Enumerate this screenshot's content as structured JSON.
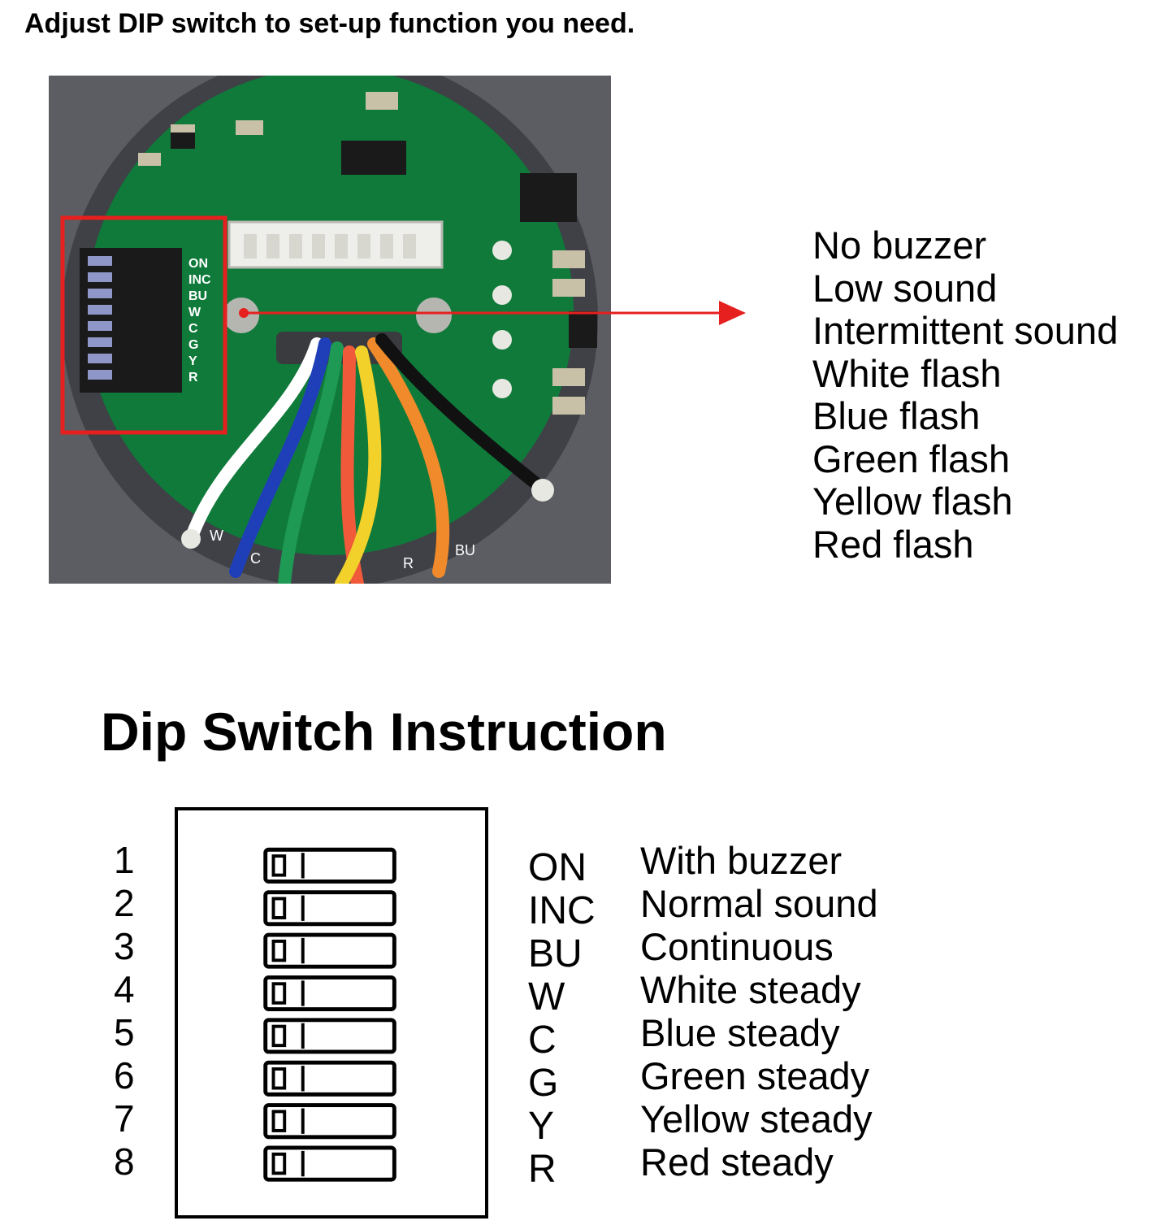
{
  "intro_text": "Adjust DIP switch to set-up function you need.",
  "photo": {
    "silkscreen": {
      "dip_labels": [
        "ON",
        "INC",
        "BU",
        "W",
        "C",
        "G",
        "Y",
        "R"
      ],
      "wire_labels": [
        "W",
        "C",
        "R",
        "BU"
      ]
    },
    "colors": {
      "board": "#0f7a3a",
      "highlight_box": "#e5201f",
      "arrow": "#e5201f",
      "wires": [
        "#ffffff",
        "#1f3fb8",
        "#1f9a55",
        "#f05a3a",
        "#f2d12b",
        "#f08a2a",
        "#111111"
      ]
    }
  },
  "off_functions": [
    "No buzzer",
    "Low sound",
    "Intermittent sound",
    "White flash",
    "Blue flash",
    "Green flash",
    "Yellow flash",
    "Red flash"
  ],
  "instruction_title": "Dip Switch Instruction",
  "switch_numbers": [
    "1",
    "2",
    "3",
    "4",
    "5",
    "6",
    "7",
    "8"
  ],
  "switch_codes": [
    "ON",
    "INC",
    "BU",
    "W",
    "C",
    "G",
    "Y",
    "R"
  ],
  "on_functions": [
    "With buzzer",
    "Normal sound",
    "Continuous",
    "White steady",
    "Blue steady",
    "Green steady",
    "Yellow steady",
    "Red steady"
  ]
}
